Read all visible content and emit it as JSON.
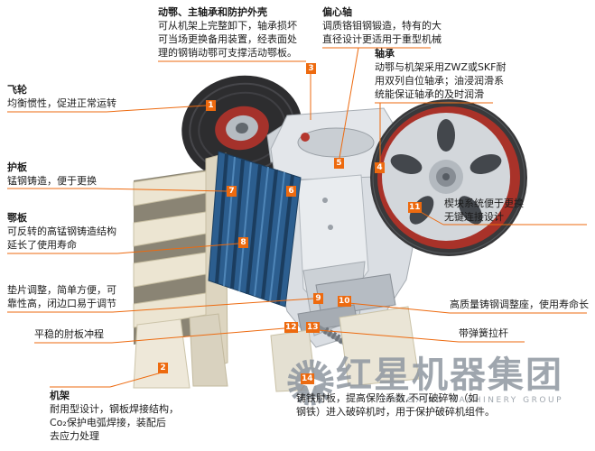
{
  "colors": {
    "accent_orange": "#ed6a0f",
    "jaw_blue": "#2c5e8f",
    "flywheel_red": "#a93229",
    "flywheel_dark": "#323234",
    "frame_cream": "#ece5d2",
    "watermark_gray": "#8f97a0"
  },
  "badges": [
    "1",
    "2",
    "3",
    "4",
    "5",
    "6",
    "7",
    "8",
    "9",
    "10",
    "11",
    "12",
    "13",
    "14"
  ],
  "labels": {
    "flywheel": {
      "title": "飞轮",
      "line1": "均衡惯性，促进正常运转"
    },
    "guard_plate": {
      "title": "护板",
      "line1": "锰钢铸造，便于更换"
    },
    "jaw_plate": {
      "title": "鄂板",
      "line1": "可反转的高锰钢铸造结构",
      "line2": "延长了使用寿命"
    },
    "shim_adjust": {
      "line1": "垫片调整，简单方便，可",
      "line2": "靠性高，闭边口易于调节"
    },
    "toggle_stroke": {
      "line1": "平稳的肘板冲程"
    },
    "frame": {
      "title": "机架",
      "line1": "耐用型设计，钢板焊接结构，",
      "line2": "Co₂保护电弧焊接，装配后",
      "line3": "去应力处理"
    },
    "movable_jaw": {
      "title": "动鄂、主轴承和防护外壳",
      "line1": "可从机架上完整卸下，轴承损坏",
      "line2": "可当场更换备用装置，经表面处",
      "line3": "理的钢销动鄂可支撑活动鄂板。"
    },
    "eccentric_shaft": {
      "title": "偏心轴",
      "line1": "调质铬钼钢锻造，特有的大",
      "line2": "直径设计更适用于重型机械"
    },
    "bearing": {
      "title": "轴承",
      "line1": "动鄂与机架采用ZWZ或SKF耐",
      "line2": "用双列自位轴承；油浸润滑系",
      "line3": "统能保证轴承的及时润滑"
    },
    "wedge_system": {
      "line1": "楔块系统便于更换",
      "line2": "无键连接设计"
    },
    "adjust_seat": {
      "line1": "高质量铸钢调整座，使用寿命长"
    },
    "spring_rod": {
      "line1": "带弹簧拉杆"
    },
    "toggle_plate": {
      "line1": "铸铁肘板，提高保险系数,不可破碎物（如",
      "line2": "钢铁）进入破碎机时，用于保护破碎机组件。"
    }
  },
  "watermark": {
    "cn": "红星机器集团",
    "en": "HONGXING MACHINERY GROUP"
  }
}
